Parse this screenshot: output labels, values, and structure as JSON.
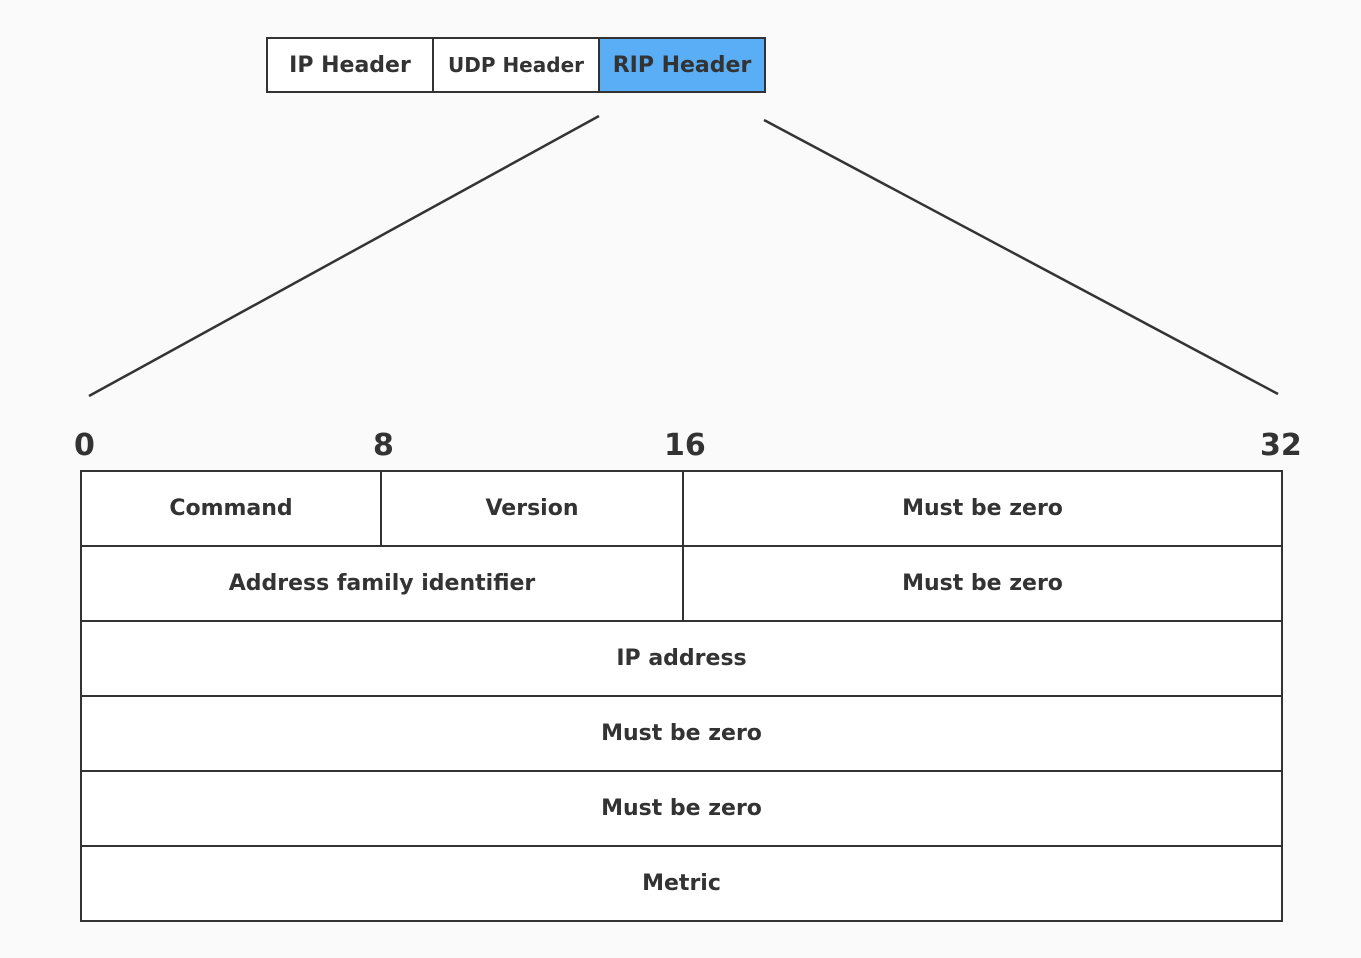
{
  "packet": {
    "ip_header": "IP Header",
    "udp_header": "UDP Header",
    "rip_header": "RIP Header",
    "highlight_color": "#5aaef5"
  },
  "bit_markers": [
    "0",
    "8",
    "16",
    "32"
  ],
  "fields": {
    "command": "Command",
    "version": "Version",
    "must_be_zero_1": "Must be zero",
    "address_family_identifier": "Address family identifier",
    "must_be_zero_2": "Must be zero",
    "ip_address": "IP address",
    "must_be_zero_3": "Must be zero",
    "must_be_zero_4": "Must be zero",
    "metric": "Metric"
  }
}
